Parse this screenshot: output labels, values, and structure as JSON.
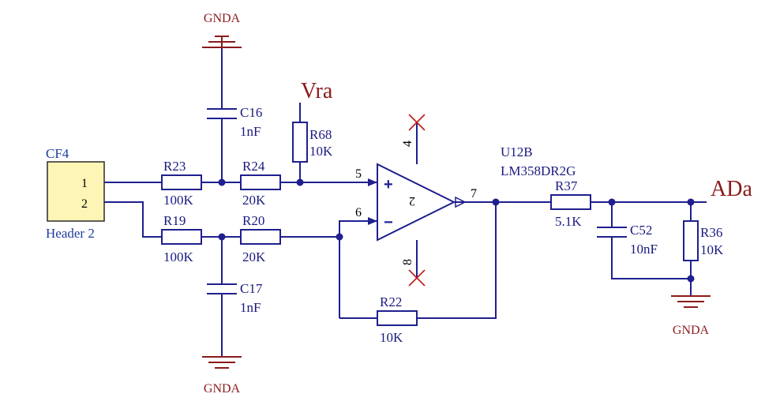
{
  "connector": {
    "designator": "CF4",
    "pin1": "1",
    "pin2": "2",
    "comment": "Header 2"
  },
  "resistors": {
    "r23": {
      "designator": "R23",
      "value": "100K"
    },
    "r24": {
      "designator": "R24",
      "value": "20K"
    },
    "r19": {
      "designator": "R19",
      "value": "100K"
    },
    "r20": {
      "designator": "R20",
      "value": "20K"
    },
    "r68": {
      "designator": "R68",
      "value": "10K"
    },
    "r22": {
      "designator": "R22",
      "value": "10K"
    },
    "r37": {
      "designator": "R37",
      "value": "5.1K"
    },
    "r36": {
      "designator": "R36",
      "value": "10K"
    }
  },
  "capacitors": {
    "c16": {
      "designator": "C16",
      "value": "1nF"
    },
    "c17": {
      "designator": "C17",
      "value": "1nF"
    },
    "c52": {
      "designator": "C52",
      "value": "10nF"
    }
  },
  "opamp": {
    "designator": "U12B",
    "part": "LM358DR2G",
    "unit": "2",
    "plus_sign": "+",
    "minus_sign": "−",
    "pins": {
      "noninv": "5",
      "inv": "6",
      "out": "7",
      "vplus": "4",
      "vminus": "8"
    }
  },
  "nets": {
    "vref": "Vra",
    "output": "ADa",
    "ground": "GNDA"
  },
  "colors": {
    "wire": "#1f1f8f",
    "ground": "#8b1a1a",
    "header_fill": "#fdf5b5",
    "no_connect": "#c01818"
  }
}
